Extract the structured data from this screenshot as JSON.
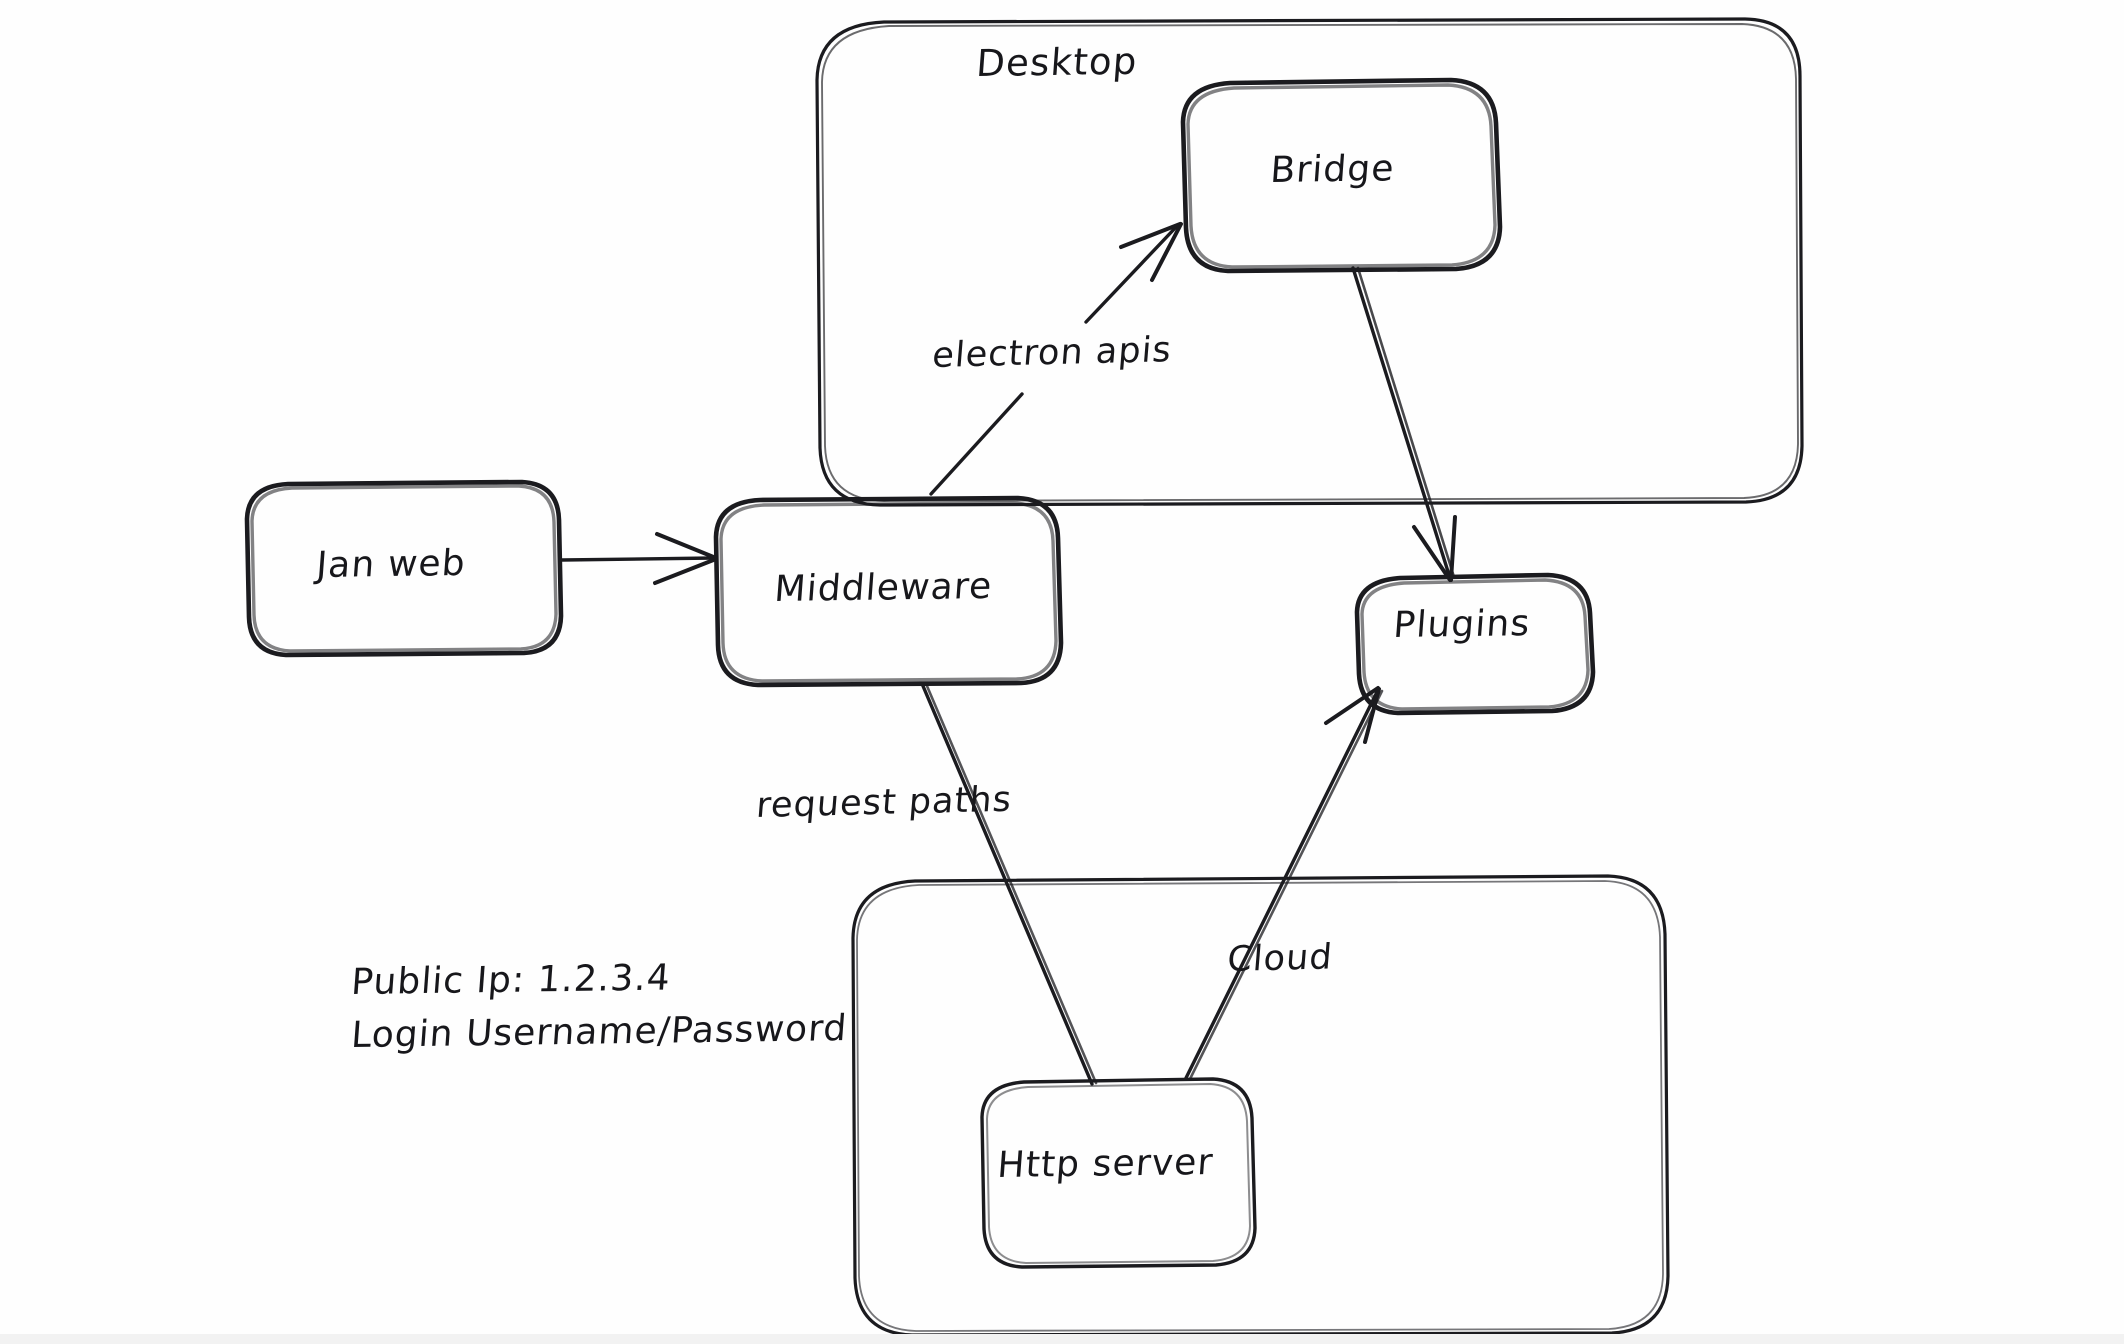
{
  "diagram": {
    "title_hidden": "",
    "background_color": "#fefefe",
    "ink_color": "#1b1b1f",
    "groups": [
      {
        "id": "desktop",
        "label": "Desktop"
      },
      {
        "id": "cloud_region",
        "label": ""
      }
    ],
    "nodes": [
      {
        "id": "jan_web",
        "label": "Jan web"
      },
      {
        "id": "middleware",
        "label": "Middleware"
      },
      {
        "id": "bridge",
        "label": "Bridge"
      },
      {
        "id": "plugins",
        "label": "Plugins"
      },
      {
        "id": "http_server",
        "label": "Http server"
      }
    ],
    "edges": [
      {
        "id": "e1",
        "from": "jan_web",
        "to": "middleware",
        "label": ""
      },
      {
        "id": "e2",
        "from": "middleware",
        "to": "bridge",
        "label": "electron apis"
      },
      {
        "id": "e3",
        "from": "bridge",
        "to": "plugins",
        "label": ""
      },
      {
        "id": "e4",
        "from": "middleware",
        "to": "http_server",
        "label": "request paths"
      },
      {
        "id": "e5",
        "from": "http_server",
        "to": "plugins",
        "label": "Cloud"
      }
    ],
    "notes": {
      "public_ip_line": "Public Ip: 1.2.3.4",
      "login_line": "Login Username/Password"
    }
  }
}
